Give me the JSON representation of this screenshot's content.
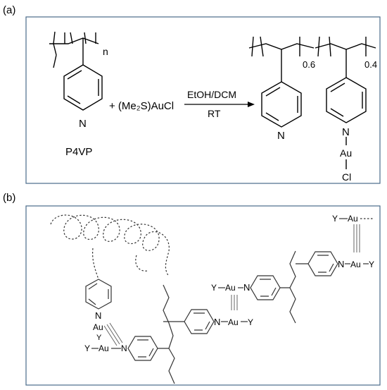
{
  "panel_a": {
    "label": "(a)",
    "border_color": "#4a6b8a",
    "reactant_subscript": "n",
    "reactant_nitrogen": "N",
    "reactant_name": "P4VP",
    "reagent": "+ (Me₂S)AuCl",
    "conditions_top": "EtOH/DCM",
    "conditions_bottom": "RT",
    "product_subscript_left": "0.6",
    "product_subscript_right": "0.4",
    "product_nitrogen_left": "N",
    "product_nitrogen_right": "N",
    "product_metal": "Au",
    "product_halide": "Cl"
  },
  "panel_b": {
    "label": "(b)",
    "border_color": "#4a6b8a",
    "atoms": {
      "n1": "N",
      "au1": "Au",
      "y1": "Y",
      "y2": "Y",
      "au2": "Au",
      "n2": "N",
      "n3": "N",
      "au3": "Au",
      "y3": "Y",
      "y4": "Y",
      "au4": "Au",
      "n4": "N",
      "n5": "N",
      "au5": "Au",
      "y5": "Y",
      "y6": "Y",
      "au6": "Au"
    }
  }
}
